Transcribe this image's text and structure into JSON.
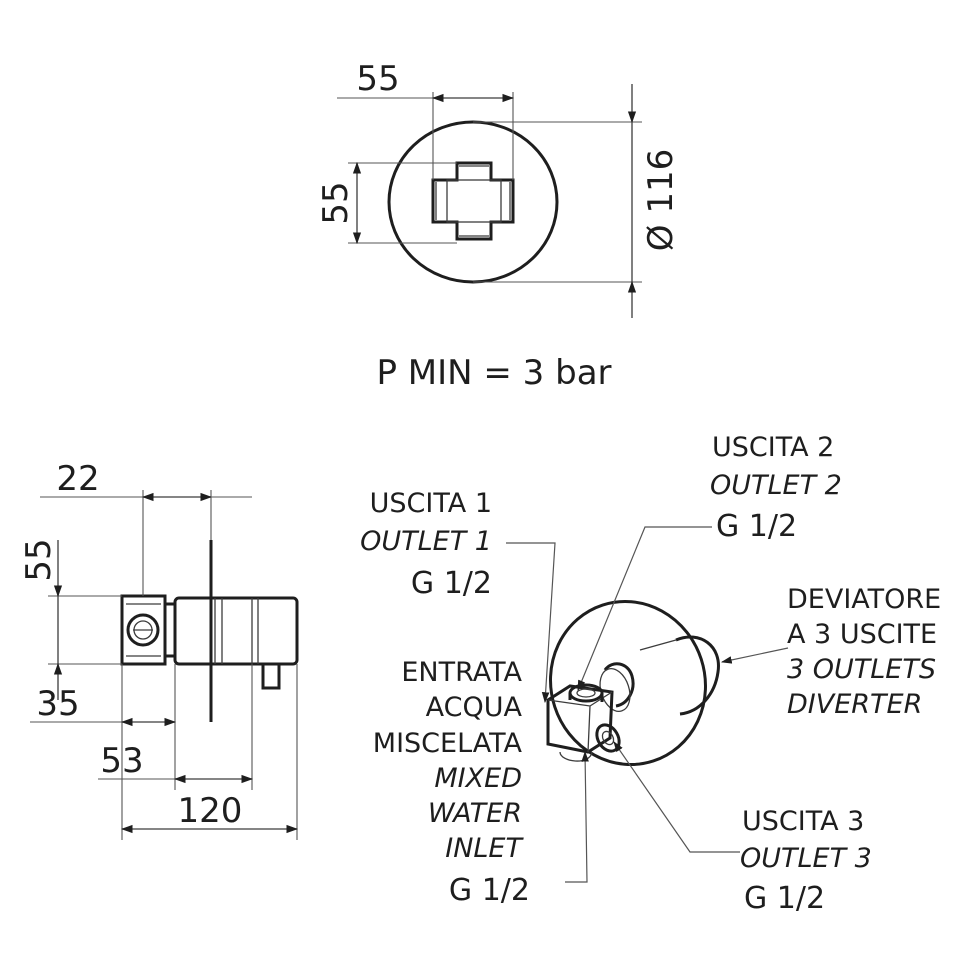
{
  "front_view": {
    "dim_width": "55",
    "dim_height": "55",
    "dim_diameter": "Ø 116"
  },
  "pressure_note": "P MIN = 3 bar",
  "side_view": {
    "dim_22": "22",
    "dim_55": "55",
    "dim_35": "35",
    "dim_53": "53",
    "dim_120": "120"
  },
  "labels": {
    "outlet1": {
      "it": "USCITA 1",
      "en": "OUTLET 1",
      "thread": "G 1/2"
    },
    "outlet2": {
      "it": "USCITA 2",
      "en": "OUTLET 2",
      "thread": "G 1/2"
    },
    "outlet3": {
      "it": "USCITA 3",
      "en": "OUTLET 3",
      "thread": "G 1/2"
    },
    "diverter": {
      "it_1": "DEVIATORE",
      "it_2": "A 3 USCITE",
      "en_1": "3 OUTLETS",
      "en_2": "DIVERTER"
    },
    "inlet": {
      "it_1": "ENTRATA",
      "it_2": "ACQUA",
      "it_3": "MISCELATA",
      "en_1": "MIXED",
      "en_2": "WATER",
      "en_3": "INLET",
      "thread": "G 1/2"
    }
  }
}
